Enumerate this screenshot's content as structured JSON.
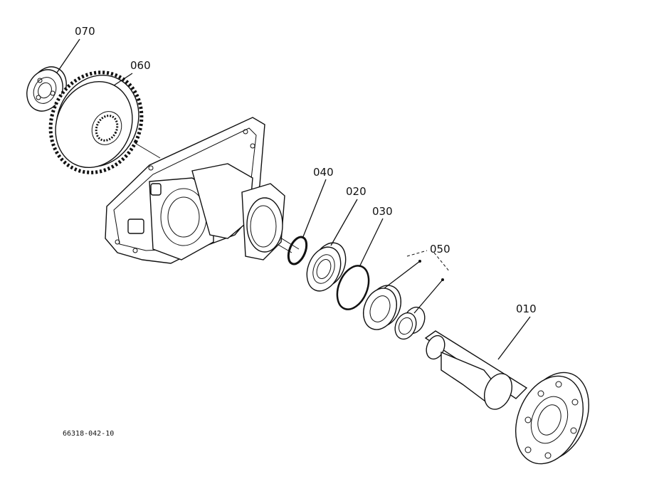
{
  "diagram": {
    "figure_code": "66318-042-10",
    "parts": [
      {
        "id": "p010",
        "label": "010"
      },
      {
        "id": "p020",
        "label": "020"
      },
      {
        "id": "p030",
        "label": "030"
      },
      {
        "id": "p040",
        "label": "040"
      },
      {
        "id": "p050",
        "label": "050"
      },
      {
        "id": "p060",
        "label": "060"
      },
      {
        "id": "p070",
        "label": "070"
      }
    ]
  }
}
